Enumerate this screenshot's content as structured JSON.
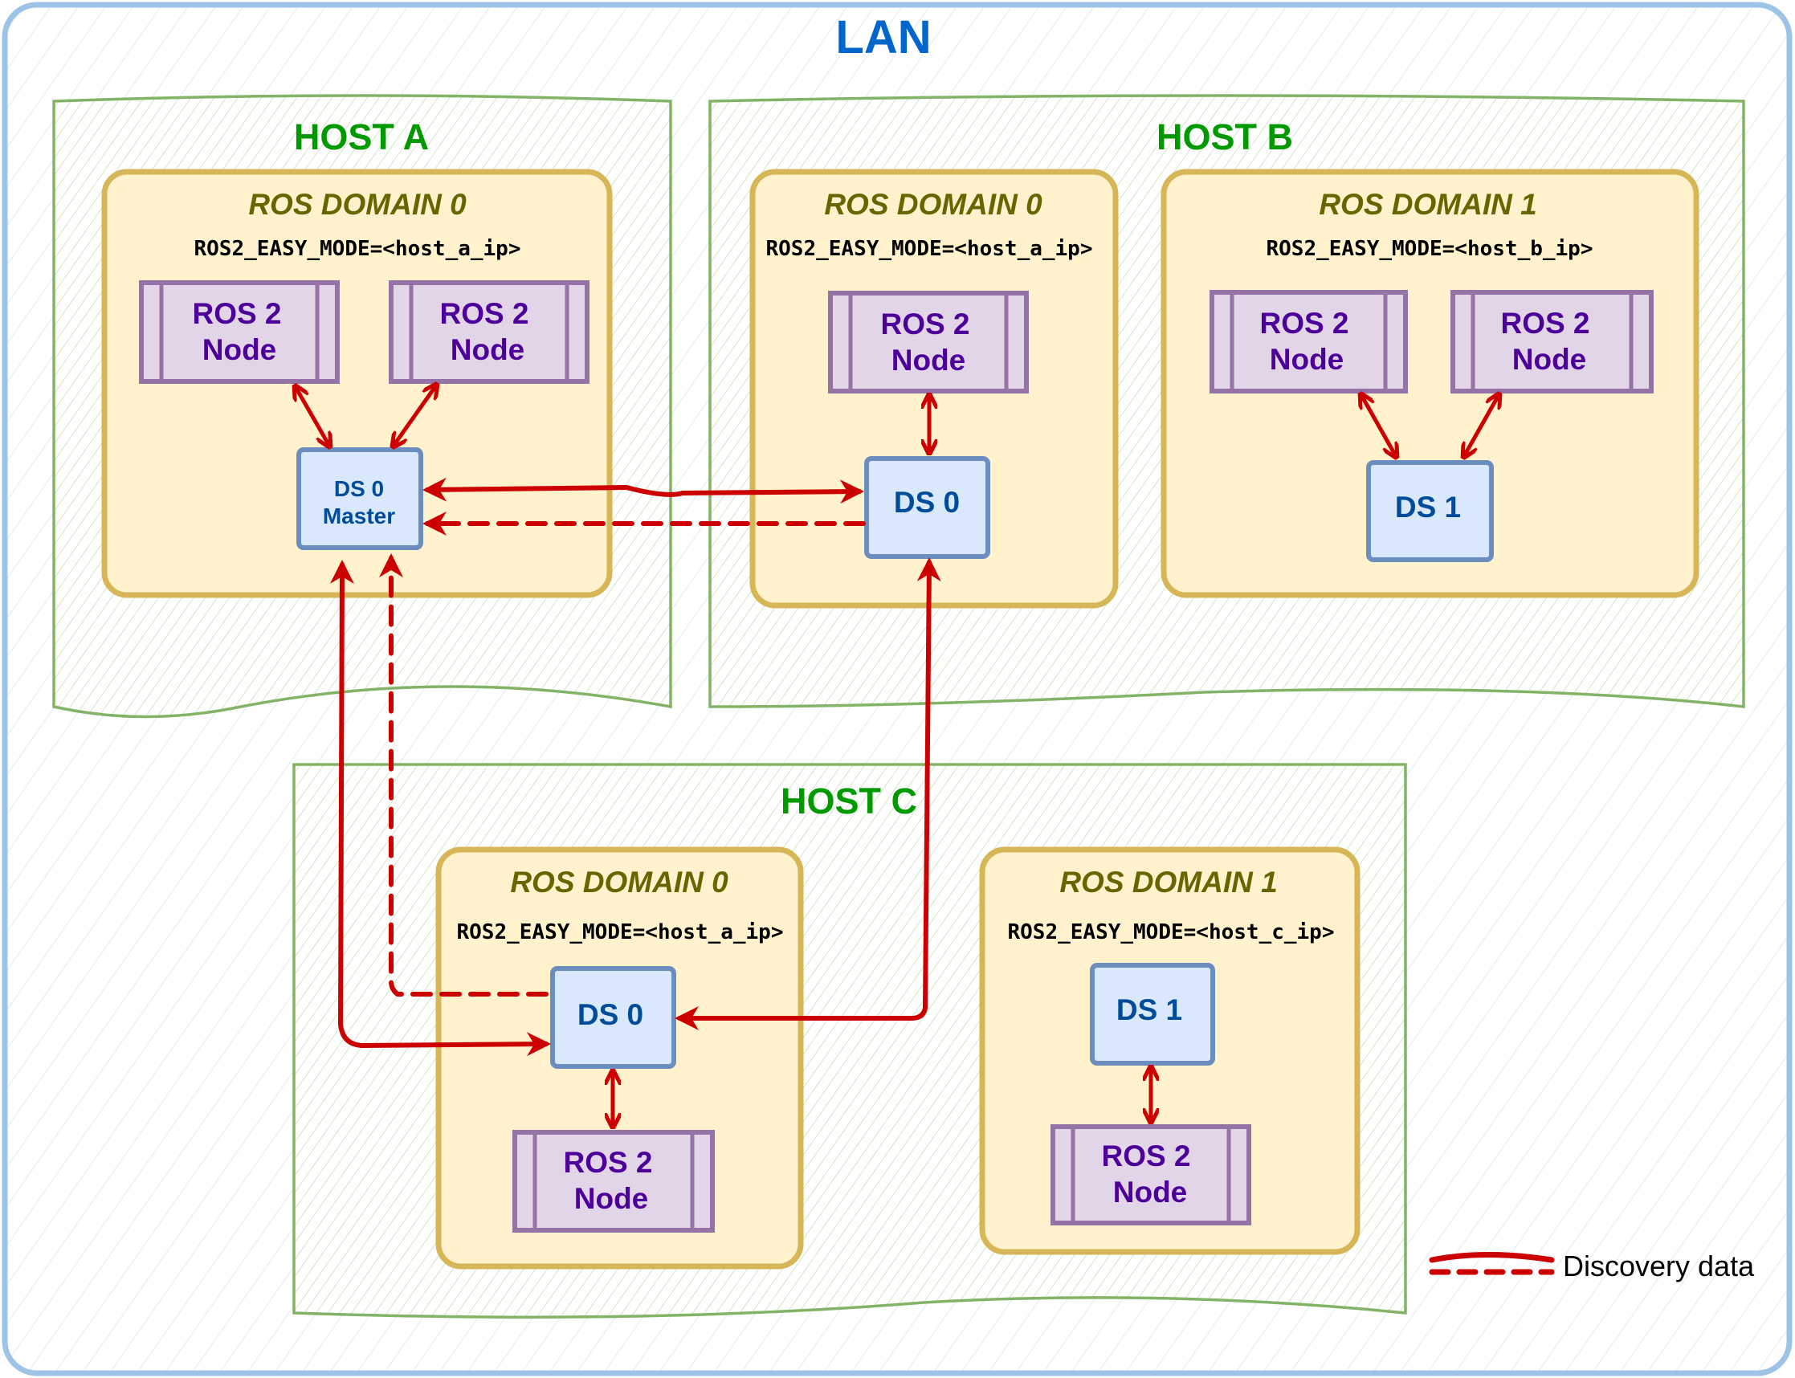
{
  "title": "LAN",
  "legend": {
    "label": "Discovery data",
    "color": "#CC0000"
  },
  "colors": {
    "lan_stroke": "#9DC3E6",
    "host_stroke": "#82B366",
    "host_title": "#009900",
    "domain_fill": "#FFF2CC",
    "domain_stroke": "#D6B656",
    "node_fill": "#E1D5E7",
    "node_stroke": "#9673A6",
    "ds_fill": "#DAE8FC",
    "ds_stroke": "#6C8EBF",
    "arrow": "#CC0000"
  },
  "hosts": [
    {
      "title": "HOST A",
      "domains": [
        {
          "title": "ROS DOMAIN 0",
          "env": "ROS2_EASY_MODE=<host_a_ip>",
          "nodes": [
            {
              "line1": "ROS 2",
              "line2": "Node"
            },
            {
              "line1": "ROS 2",
              "line2": "Node"
            }
          ],
          "ds": {
            "line1": "DS 0",
            "line2": "Master"
          }
        }
      ]
    },
    {
      "title": "HOST B",
      "domains": [
        {
          "title": "ROS DOMAIN 0",
          "env": "ROS2_EASY_MODE=<host_a_ip>",
          "nodes": [
            {
              "line1": "ROS 2",
              "line2": "Node"
            }
          ],
          "ds": {
            "line1": "DS 0"
          }
        },
        {
          "title": "ROS DOMAIN 1",
          "env": "ROS2_EASY_MODE=<host_b_ip>",
          "nodes": [
            {
              "line1": "ROS 2",
              "line2": "Node"
            },
            {
              "line1": "ROS 2",
              "line2": "Node"
            }
          ],
          "ds": {
            "line1": "DS 1"
          }
        }
      ]
    },
    {
      "title": "HOST C",
      "domains": [
        {
          "title": "ROS DOMAIN 0",
          "env": "ROS2_EASY_MODE=<host_a_ip>",
          "nodes": [
            {
              "line1": "ROS 2",
              "line2": "Node"
            }
          ],
          "ds": {
            "line1": "DS 0"
          }
        },
        {
          "title": "ROS DOMAIN 1",
          "env": "ROS2_EASY_MODE=<host_c_ip>",
          "nodes": [
            {
              "line1": "ROS 2",
              "line2": "Node"
            }
          ],
          "ds": {
            "line1": "DS 1"
          }
        }
      ]
    }
  ]
}
